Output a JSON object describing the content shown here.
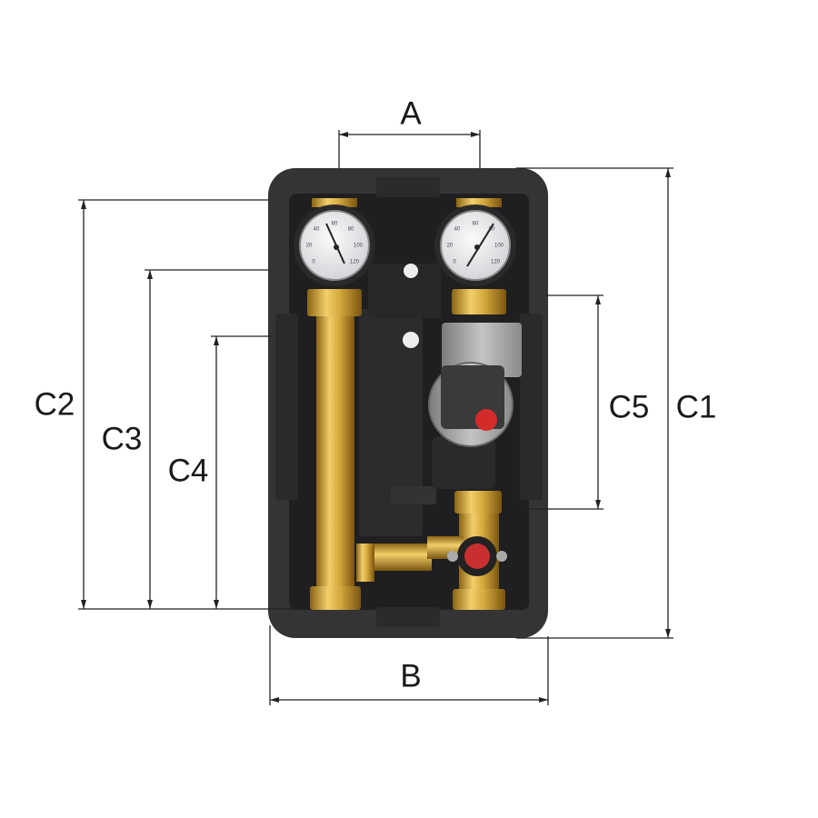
{
  "dimensions": {
    "A": "A",
    "B": "B",
    "C1": "C1",
    "C2": "C2",
    "C3": "C3",
    "C4": "C4",
    "C5": "C5"
  },
  "gauge_scale": [
    "0",
    "20",
    "40",
    "60",
    "80",
    "100",
    "120"
  ],
  "colors": {
    "insulation": "#343436",
    "cavity": "#1f1f21",
    "brass": "#c9a03a",
    "pump": "#9a9a9a",
    "knob": "#d42a2a"
  }
}
